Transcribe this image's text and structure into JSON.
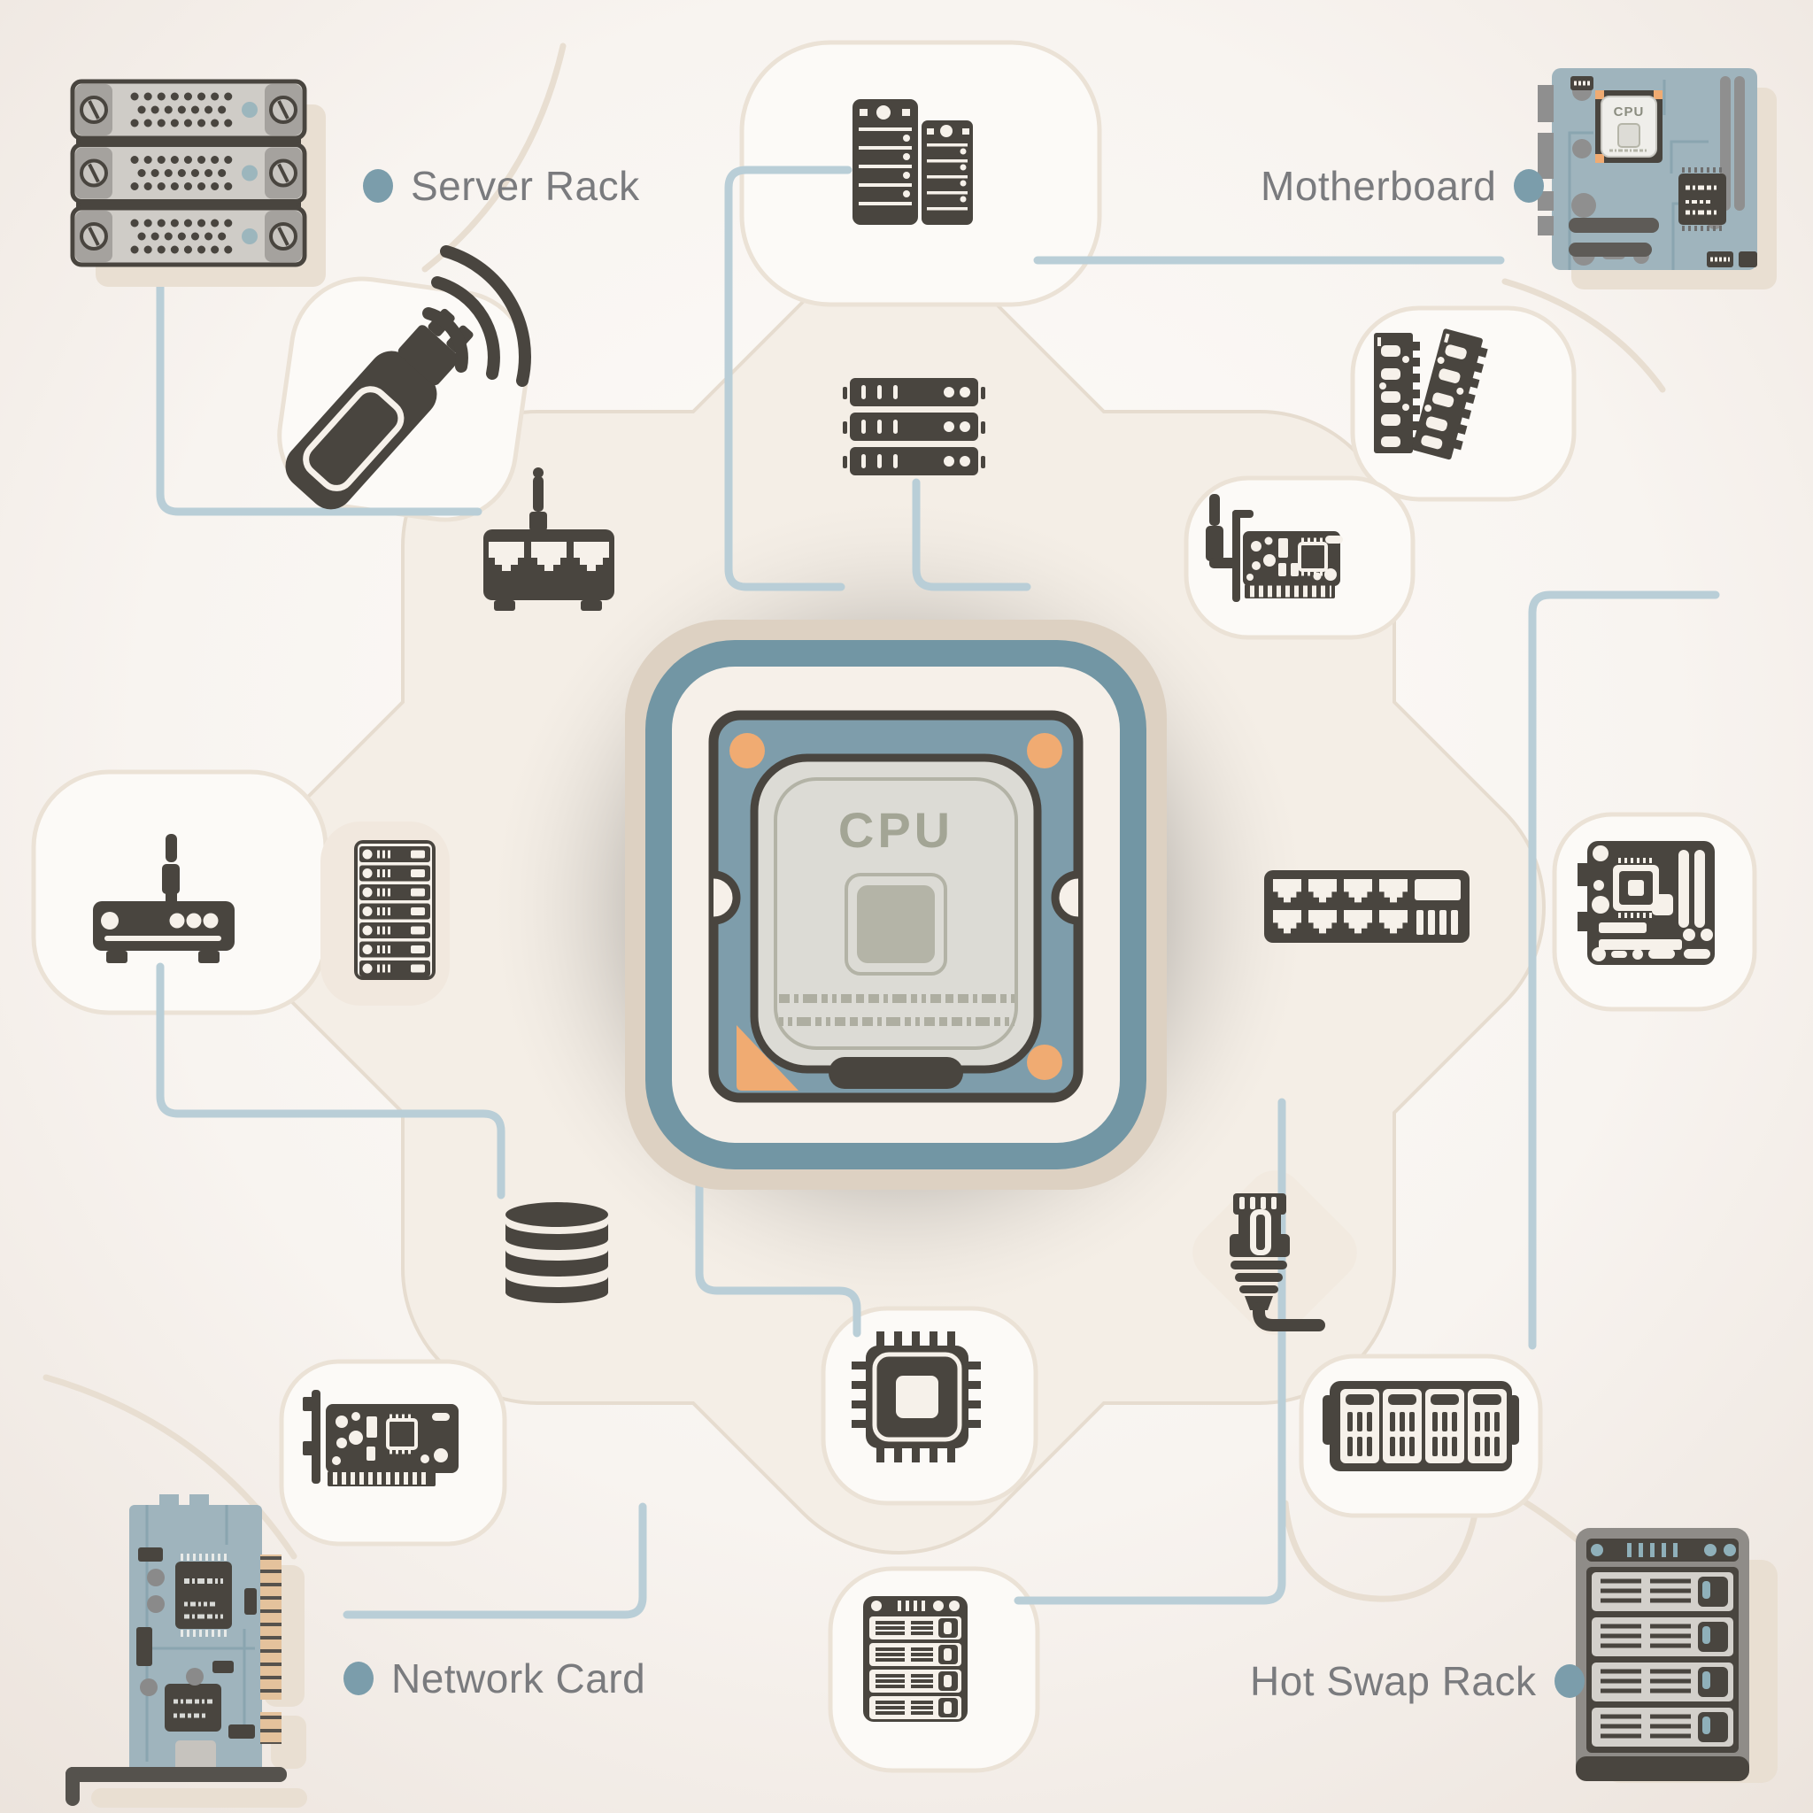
{
  "labels": {
    "server_rack": "Server Rack",
    "motherboard": "Motherboard",
    "network_card": "Network Card",
    "hot_swap_rack": "Hot Swap Rack"
  },
  "cpu": {
    "label": "CPU"
  },
  "motherboard_icon": {
    "cpu_label": "CPU"
  },
  "colors": {
    "icon_dark": "#49453f",
    "accent_teal": "#7b9dab",
    "cpu_frame_blue": "#7296a4",
    "board_blue": "#9fb4bd",
    "connector_line_blue": "#b9ced7",
    "beige_line": "#e8ded1",
    "orange_accent": "#f0ab72",
    "label_text": "#7a7b7e"
  },
  "icons": [
    "server-rack",
    "usb-wifi-adapter",
    "tower-servers",
    "rack-servers",
    "ram-modules",
    "motherboard",
    "network-switch-3-port",
    "wireless-router",
    "server-column",
    "cpu",
    "wifi-pci-card",
    "ethernet-switch-8-port",
    "motherboard-silhouette",
    "database",
    "network-card-silhouette",
    "microchip",
    "ethernet-connector",
    "hot-swap-bays",
    "network-card",
    "server-cabinet",
    "hot-swap-rack"
  ]
}
